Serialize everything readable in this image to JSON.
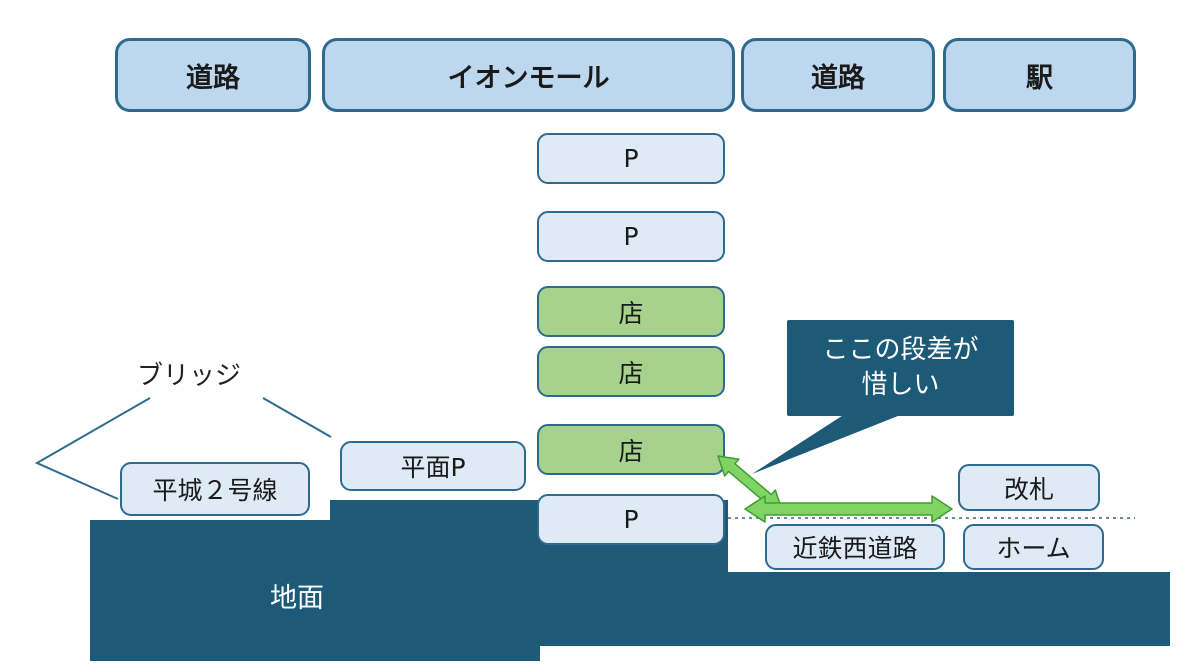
{
  "headers": [
    {
      "label": "道路"
    },
    {
      "label": "イオンモール"
    },
    {
      "label": "道路"
    },
    {
      "label": "駅"
    }
  ],
  "mall_stack": [
    {
      "label": "P",
      "type": "parking"
    },
    {
      "label": "P",
      "type": "parking"
    },
    {
      "label": "店",
      "type": "store"
    },
    {
      "label": "店",
      "type": "store"
    },
    {
      "label": "店",
      "type": "store"
    },
    {
      "label": "P",
      "type": "parking"
    }
  ],
  "left_side": {
    "bridge_label": "ブリッジ",
    "heijo_line2": "平城２号線",
    "surface_parking": "平面P"
  },
  "right_side": {
    "ticket_gate": "改札",
    "platform": "ホーム",
    "kintetsu_west_road": "近鉄西道路"
  },
  "callout": {
    "line1": "ここの段差が",
    "line2": "惜しい"
  },
  "ground_label": "地面",
  "colors": {
    "header_fill": "#bdd7ee",
    "box_fill": "#deebf7",
    "store_fill": "#a9d18e",
    "outline": "#2e6a8e",
    "ground": "#1d5a78",
    "arrow_fill": "#7fd463",
    "arrow_stroke": "#3f9e33",
    "dotted": "#6b8ba0",
    "text_dark": "#1a1a1a",
    "text_light": "#ffffff"
  }
}
